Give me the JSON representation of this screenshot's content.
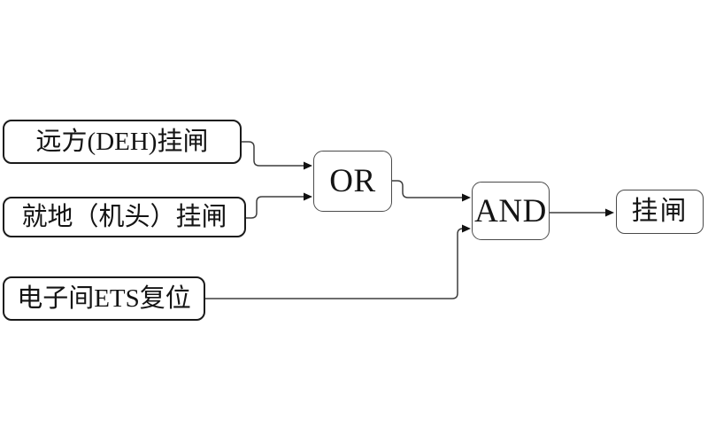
{
  "diagram": {
    "title": "latch-logic-diagram",
    "background_color": "#ffffff",
    "line_color": "#3d3d3d",
    "box_border_color": "#1a1a1a",
    "nodes": [
      {
        "id": "input-remote-deh",
        "label": "远方(DEH)挂闸",
        "type": "input"
      },
      {
        "id": "input-local-head",
        "label": "就地（机头）挂闸",
        "type": "input"
      },
      {
        "id": "input-ets-reset",
        "label": "电子间ETS复位",
        "type": "input"
      },
      {
        "id": "gate-or",
        "label": "OR",
        "type": "logic-gate"
      },
      {
        "id": "gate-and",
        "label": "AND",
        "type": "logic-gate"
      },
      {
        "id": "output-latch",
        "label": "挂闸",
        "type": "output"
      }
    ],
    "edges": [
      {
        "from": "input-remote-deh",
        "to": "gate-or"
      },
      {
        "from": "input-local-head",
        "to": "gate-or"
      },
      {
        "from": "gate-or",
        "to": "gate-and"
      },
      {
        "from": "input-ets-reset",
        "to": "gate-and"
      },
      {
        "from": "gate-and",
        "to": "output-latch"
      }
    ]
  }
}
